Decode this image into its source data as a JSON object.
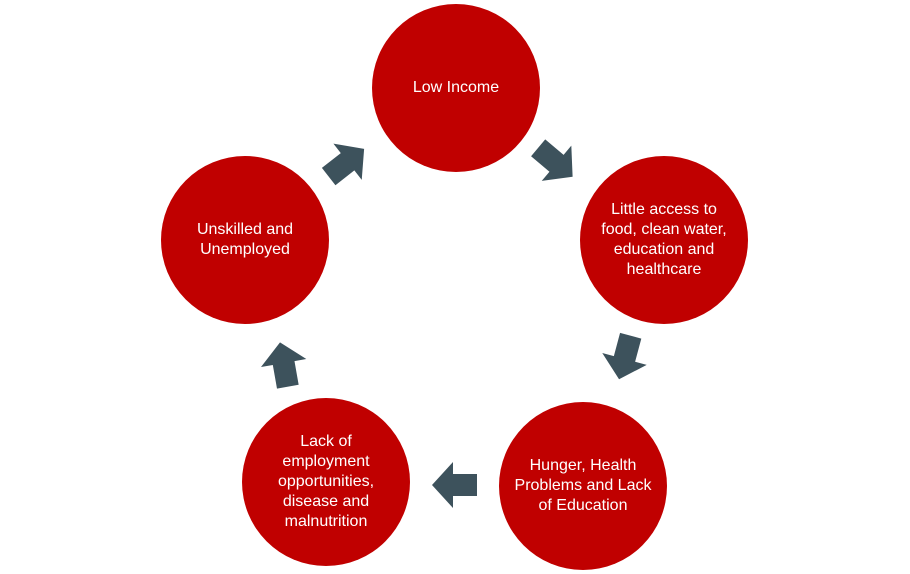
{
  "colors": {
    "circle": "#c00000",
    "arrow": "#3d525c",
    "text": "#ffffff"
  },
  "nodes": [
    {
      "label": "Low Income"
    },
    {
      "label": "Little access to food, clean water, education and healthcare"
    },
    {
      "label": "Hunger, Health Problems and Lack of Education"
    },
    {
      "label": "Lack of employment opportunities, disease and malnutrition"
    },
    {
      "label": "Unskilled and Unemployed"
    }
  ],
  "arrows": [
    {
      "from": "Low Income",
      "to": "Little access to food, clean water, education and healthcare"
    },
    {
      "from": "Little access to food, clean water, education and healthcare",
      "to": "Hunger, Health Problems and Lack of Education"
    },
    {
      "from": "Hunger, Health Problems and Lack of Education",
      "to": "Lack of employment opportunities, disease and malnutrition"
    },
    {
      "from": "Lack of employment opportunities, disease and malnutrition",
      "to": "Unskilled and Unemployed"
    },
    {
      "from": "Unskilled and Unemployed",
      "to": "Low Income"
    }
  ]
}
